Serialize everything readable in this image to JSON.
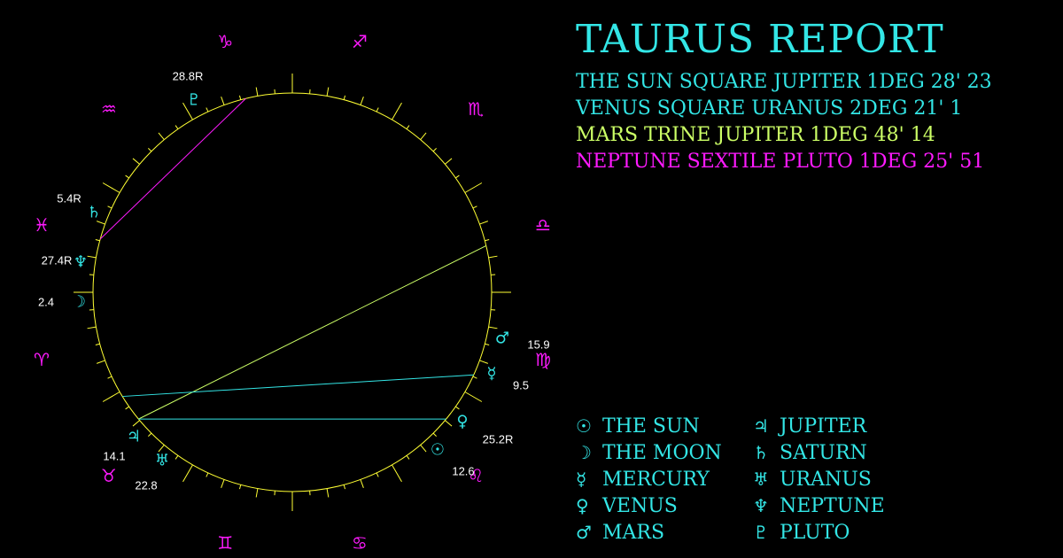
{
  "report": {
    "title": "TAURUS REPORT",
    "title_color": "#33e6e6"
  },
  "aspects": [
    {
      "text": "THE SUN SQUARE JUPITER 1DEG 28' 23",
      "color": "#33e6e6"
    },
    {
      "text": "VENUS SQUARE URANUS 2DEG 21' 1",
      "color": "#33e6e6"
    },
    {
      "text": "MARS TRINE JUPITER 1DEG 48' 14",
      "color": "#ccff66"
    },
    {
      "text": "NEPTUNE SEXTILE PLUTO 1DEG 25' 51",
      "color": "#ff1aff"
    }
  ],
  "colors": {
    "circle": "#ffff33",
    "planet": "#33e6e6",
    "sign": "#ff1aff",
    "degree_text": "#ffffff",
    "legend": "#33e6e6",
    "line_cyan": "#33e6e6",
    "line_green": "#ccff66",
    "line_magenta": "#ff1aff"
  },
  "zodiac_signs": [
    {
      "name": "capricorn",
      "glyph": "♑"
    },
    {
      "name": "sagittarius",
      "glyph": "♐"
    },
    {
      "name": "scorpio",
      "glyph": "♏"
    },
    {
      "name": "libra",
      "glyph": "♎"
    },
    {
      "name": "virgo",
      "glyph": "♍"
    },
    {
      "name": "leo",
      "glyph": "♌"
    },
    {
      "name": "cancer",
      "glyph": "♋"
    },
    {
      "name": "gemini",
      "glyph": "♊"
    },
    {
      "name": "taurus",
      "glyph": "♉"
    },
    {
      "name": "aries",
      "glyph": "♈"
    },
    {
      "name": "pisces",
      "glyph": "♓"
    },
    {
      "name": "aquarius",
      "glyph": "♒"
    }
  ],
  "planets": [
    {
      "name": "pluto",
      "glyph": "♇",
      "degree": "28.8R"
    },
    {
      "name": "saturn",
      "glyph": "♄",
      "degree": "5.4R"
    },
    {
      "name": "neptune",
      "glyph": "♆",
      "degree": "27.4R"
    },
    {
      "name": "moon",
      "glyph": "☽",
      "degree": "2.4"
    },
    {
      "name": "mars",
      "glyph": "♂",
      "degree": "15.9"
    },
    {
      "name": "mercury",
      "glyph": "☿",
      "degree": "9.5"
    },
    {
      "name": "venus",
      "glyph": "♀",
      "degree": "25.2R"
    },
    {
      "name": "sun",
      "glyph": "☉",
      "degree": "12.6"
    },
    {
      "name": "jupiter",
      "glyph": "♃",
      "degree": "14.1"
    },
    {
      "name": "uranus",
      "glyph": "♅",
      "degree": "22.8"
    }
  ],
  "aspect_lines": [
    {
      "from": "pluto",
      "to": "neptune",
      "color": "#ff1aff"
    },
    {
      "from": "mars",
      "to": "jupiter",
      "color": "#ccff66"
    },
    {
      "from": "venus",
      "to": "uranus",
      "color": "#33e6e6"
    },
    {
      "from": "sun",
      "to": "jupiter",
      "color": "#33e6e6"
    }
  ],
  "legend": [
    {
      "glyph": "☉",
      "name": "THE SUN"
    },
    {
      "glyph": "☽",
      "name": "THE MOON"
    },
    {
      "glyph": "☿",
      "name": "MERCURY"
    },
    {
      "glyph": "♀",
      "name": "VENUS"
    },
    {
      "glyph": "♂",
      "name": "MARS"
    },
    {
      "glyph": "♃",
      "name": "JUPITER"
    },
    {
      "glyph": "♄",
      "name": "SATURN"
    },
    {
      "glyph": "♅",
      "name": "URANUS"
    },
    {
      "glyph": "♆",
      "name": "NEPTUNE"
    },
    {
      "glyph": "♇",
      "name": "PLUTO"
    }
  ]
}
